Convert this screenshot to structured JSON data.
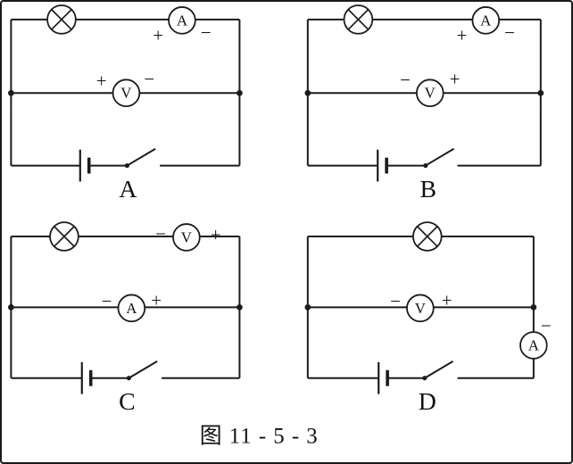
{
  "figure": {
    "caption": "图 11 - 5 - 3"
  },
  "circuits": [
    {
      "label": "A",
      "top_meter": {
        "letter": "A",
        "left_sign": "+",
        "right_sign": "−"
      },
      "mid_meter": {
        "letter": "V",
        "left_sign": "+",
        "right_sign": "−"
      }
    },
    {
      "label": "B",
      "top_meter": {
        "letter": "A",
        "left_sign": "+",
        "right_sign": "−"
      },
      "mid_meter": {
        "letter": "V",
        "left_sign": "−",
        "right_sign": "+"
      }
    },
    {
      "label": "C",
      "top_meter": {
        "letter": "V",
        "left_sign": "−",
        "right_sign": "+"
      },
      "mid_meter": {
        "letter": "A",
        "left_sign": "−",
        "right_sign": "+"
      }
    },
    {
      "label": "D",
      "mid_meter": {
        "letter": "V",
        "left_sign": "−",
        "right_sign": "+"
      },
      "side_meter": {
        "letter": "A",
        "top_sign": "−"
      }
    }
  ]
}
